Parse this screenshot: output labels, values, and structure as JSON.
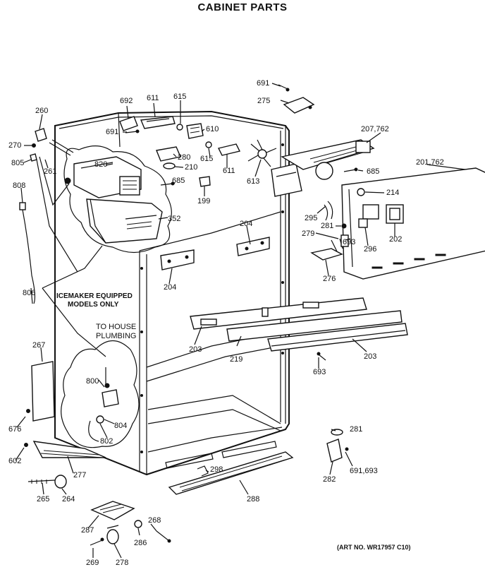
{
  "title": "CABINET PARTS",
  "art_number": "(ART NO. WR17957 C10)",
  "notes": {
    "icemaker_line1": "ICEMAKER EQUIPPED",
    "icemaker_line2": "MODELS ONLY",
    "plumbing_line1": "TO HOUSE",
    "plumbing_line2": "PLUMBING"
  },
  "callouts": {
    "c691_top": "691",
    "c275": "275",
    "c692": "692",
    "c611_top": "611",
    "c615_top": "615",
    "c260": "260",
    "c610": "610",
    "c691_mid": "691",
    "c207_762": "207,762",
    "c270": "270",
    "c805": "805",
    "c261": "261",
    "c820": "820",
    "c280": "280",
    "c615_mid": "615",
    "c210": "210",
    "c611_mid": "611",
    "c685_right": "685",
    "c201_762": "201,762",
    "c808": "808",
    "c685_left": "685",
    "c199": "199",
    "c613": "613",
    "c214": "214",
    "c295": "295",
    "c352": "352",
    "c204_right": "204",
    "c281_mid": "281",
    "c279": "279",
    "c693_mid": "693",
    "c296": "296",
    "c202": "202",
    "c276": "276",
    "c204_left": "204",
    "c806": "806",
    "c203_left": "203",
    "c219": "219",
    "c203_right": "203",
    "c267": "267",
    "c693_low": "693",
    "c800": "800",
    "c676": "676",
    "c804": "804",
    "c802": "802",
    "c281_low": "281",
    "c602": "602",
    "c277": "277",
    "c298": "298",
    "c691_693": "691,693",
    "c282": "282",
    "c265": "265",
    "c264": "264",
    "c288": "288",
    "c287": "287",
    "c268": "268",
    "c286": "286",
    "c278": "278",
    "c269": "269"
  }
}
